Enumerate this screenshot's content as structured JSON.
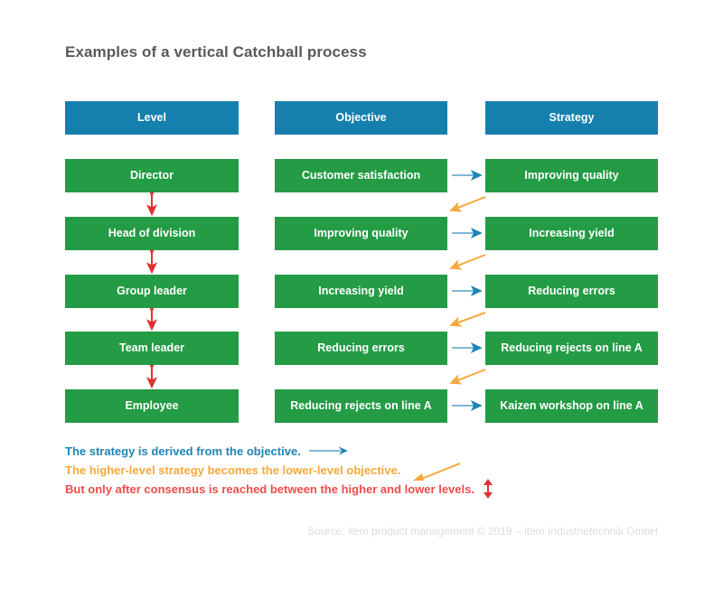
{
  "title": "Examples of a vertical Catchball process",
  "columns": [
    {
      "header": "Level",
      "key": "level"
    },
    {
      "header": "Objective",
      "key": "objective"
    },
    {
      "header": "Strategy",
      "key": "strategy"
    }
  ],
  "rows": [
    {
      "level": "Director",
      "objective": "Customer satisfaction",
      "strategy": "Improving quality"
    },
    {
      "level": "Head of division",
      "objective": "Improving quality",
      "strategy": "Increasing yield"
    },
    {
      "level": "Group leader",
      "objective": "Increasing yield",
      "strategy": "Reducing errors"
    },
    {
      "level": "Team leader",
      "objective": "Reducing errors",
      "strategy": "Reducing rejects on line A"
    },
    {
      "level": "Employee",
      "objective": "Reducing rejects on line A",
      "strategy": "Kaizen workshop on line A"
    }
  ],
  "legend": [
    {
      "text": "The strategy is derived from the objective.",
      "marker": "right-arrow-blue",
      "color": "#1f84b5"
    },
    {
      "text": "The higher-level strategy becomes the lower-level objective.",
      "marker": "diagonal-arrow-orange",
      "color": "#f5a83c"
    },
    {
      "text": "But only after consensus is reached between the higher and lower levels.",
      "marker": "double-arrow-red",
      "color": "#f04b4b"
    }
  ],
  "source": "Source: item product management © 2019 – item Industrietechnik GmbH",
  "colors": {
    "header_blue": "#1580ad",
    "box_green": "#249b45",
    "arrow_blue_line": "#7fb9d8",
    "arrow_blue_head": "#1f84b5",
    "arrow_orange": "#f5a83c",
    "arrow_red": "#e03131",
    "title_gray": "#59595b",
    "source_gray": "#dcdcdc",
    "background": "#ffffff"
  },
  "chart_data": {
    "type": "diagram",
    "title": "Examples of a vertical Catchball process",
    "columns": [
      "Level",
      "Objective",
      "Strategy"
    ],
    "rows": [
      [
        "Director",
        "Customer satisfaction",
        "Improving quality"
      ],
      [
        "Head of division",
        "Improving quality",
        "Increasing yield"
      ],
      [
        "Group leader",
        "Increasing yield",
        "Reducing errors"
      ],
      [
        "Team leader",
        "Reducing errors",
        "Reducing rejects on line A"
      ],
      [
        "Employee",
        "Reducing rejects on line A",
        "Kaizen workshop on line A"
      ]
    ],
    "connections": {
      "objective_to_strategy_rows": [
        0,
        1,
        2,
        3,
        4
      ],
      "strategy_to_next_objective_rows": [
        0,
        1,
        2,
        3
      ],
      "level_consensus_pairs": [
        [
          0,
          1
        ],
        [
          1,
          2
        ],
        [
          2,
          3
        ],
        [
          3,
          4
        ]
      ]
    }
  }
}
